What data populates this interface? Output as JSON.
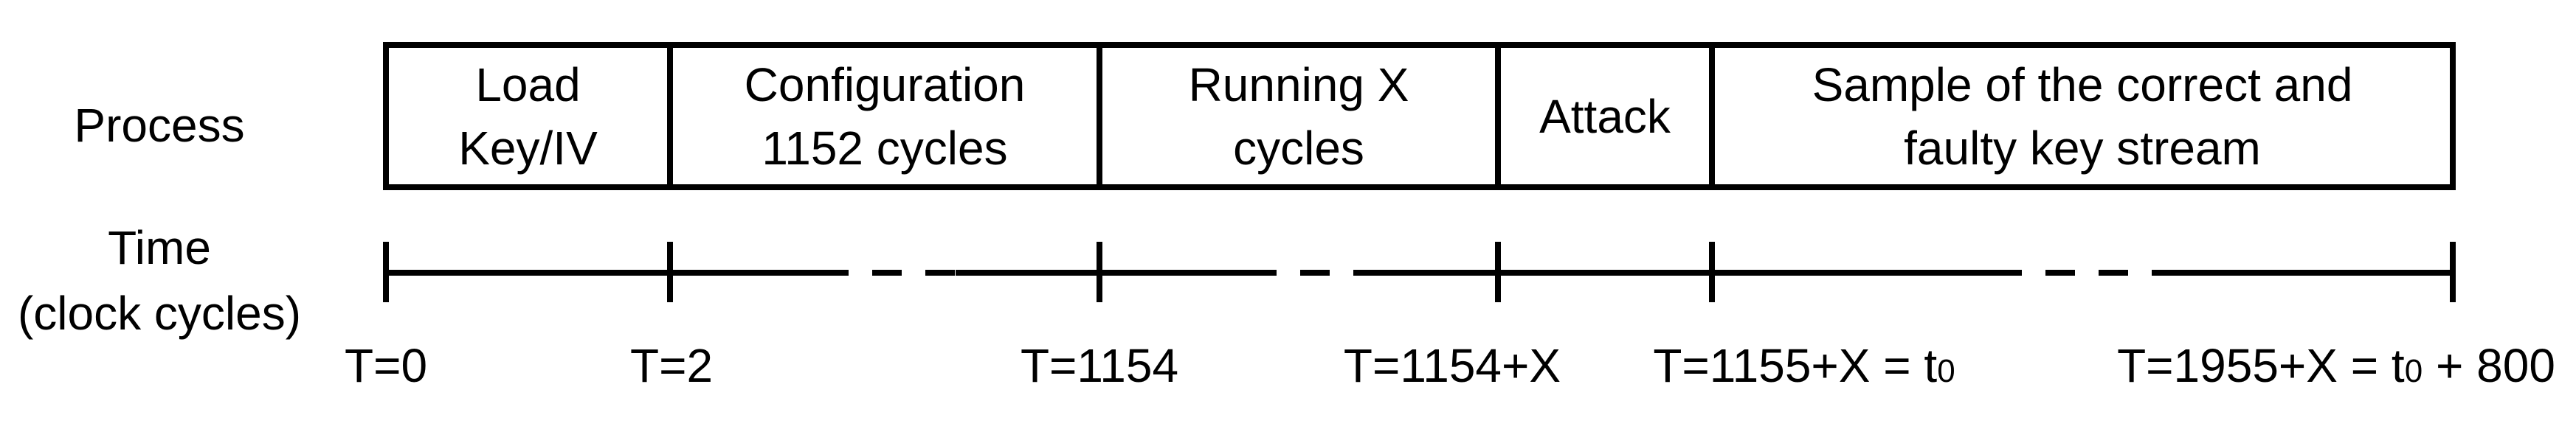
{
  "diagram": {
    "background": "#ffffff",
    "ink": "#000000",
    "left_labels": {
      "process": "Process",
      "time": "Time",
      "time_unit": "(clock cycles)"
    },
    "process_row": {
      "cells": [
        {
          "line1": "Load",
          "line2": "Key/IV"
        },
        {
          "line1": "Configuration",
          "line2": "1152 cycles"
        },
        {
          "line1": "Running X",
          "line2": "cycles"
        },
        {
          "line1": "Attack"
        },
        {
          "line1": "Sample of the correct and",
          "line2": "faulty key stream"
        }
      ]
    },
    "time_axis": {
      "tick_labels": [
        {
          "pre": "T=0",
          "sub": "",
          "post": ""
        },
        {
          "pre": "T=2",
          "sub": "",
          "post": ""
        },
        {
          "pre": "T=1154",
          "sub": "",
          "post": ""
        },
        {
          "pre": "T=1154+X",
          "sub": "",
          "post": ""
        },
        {
          "pre": "T=1155+X = t",
          "sub": "0",
          "post": ""
        },
        {
          "pre": "T=1955+X = t",
          "sub": "0",
          "post": " + 800"
        }
      ]
    }
  }
}
